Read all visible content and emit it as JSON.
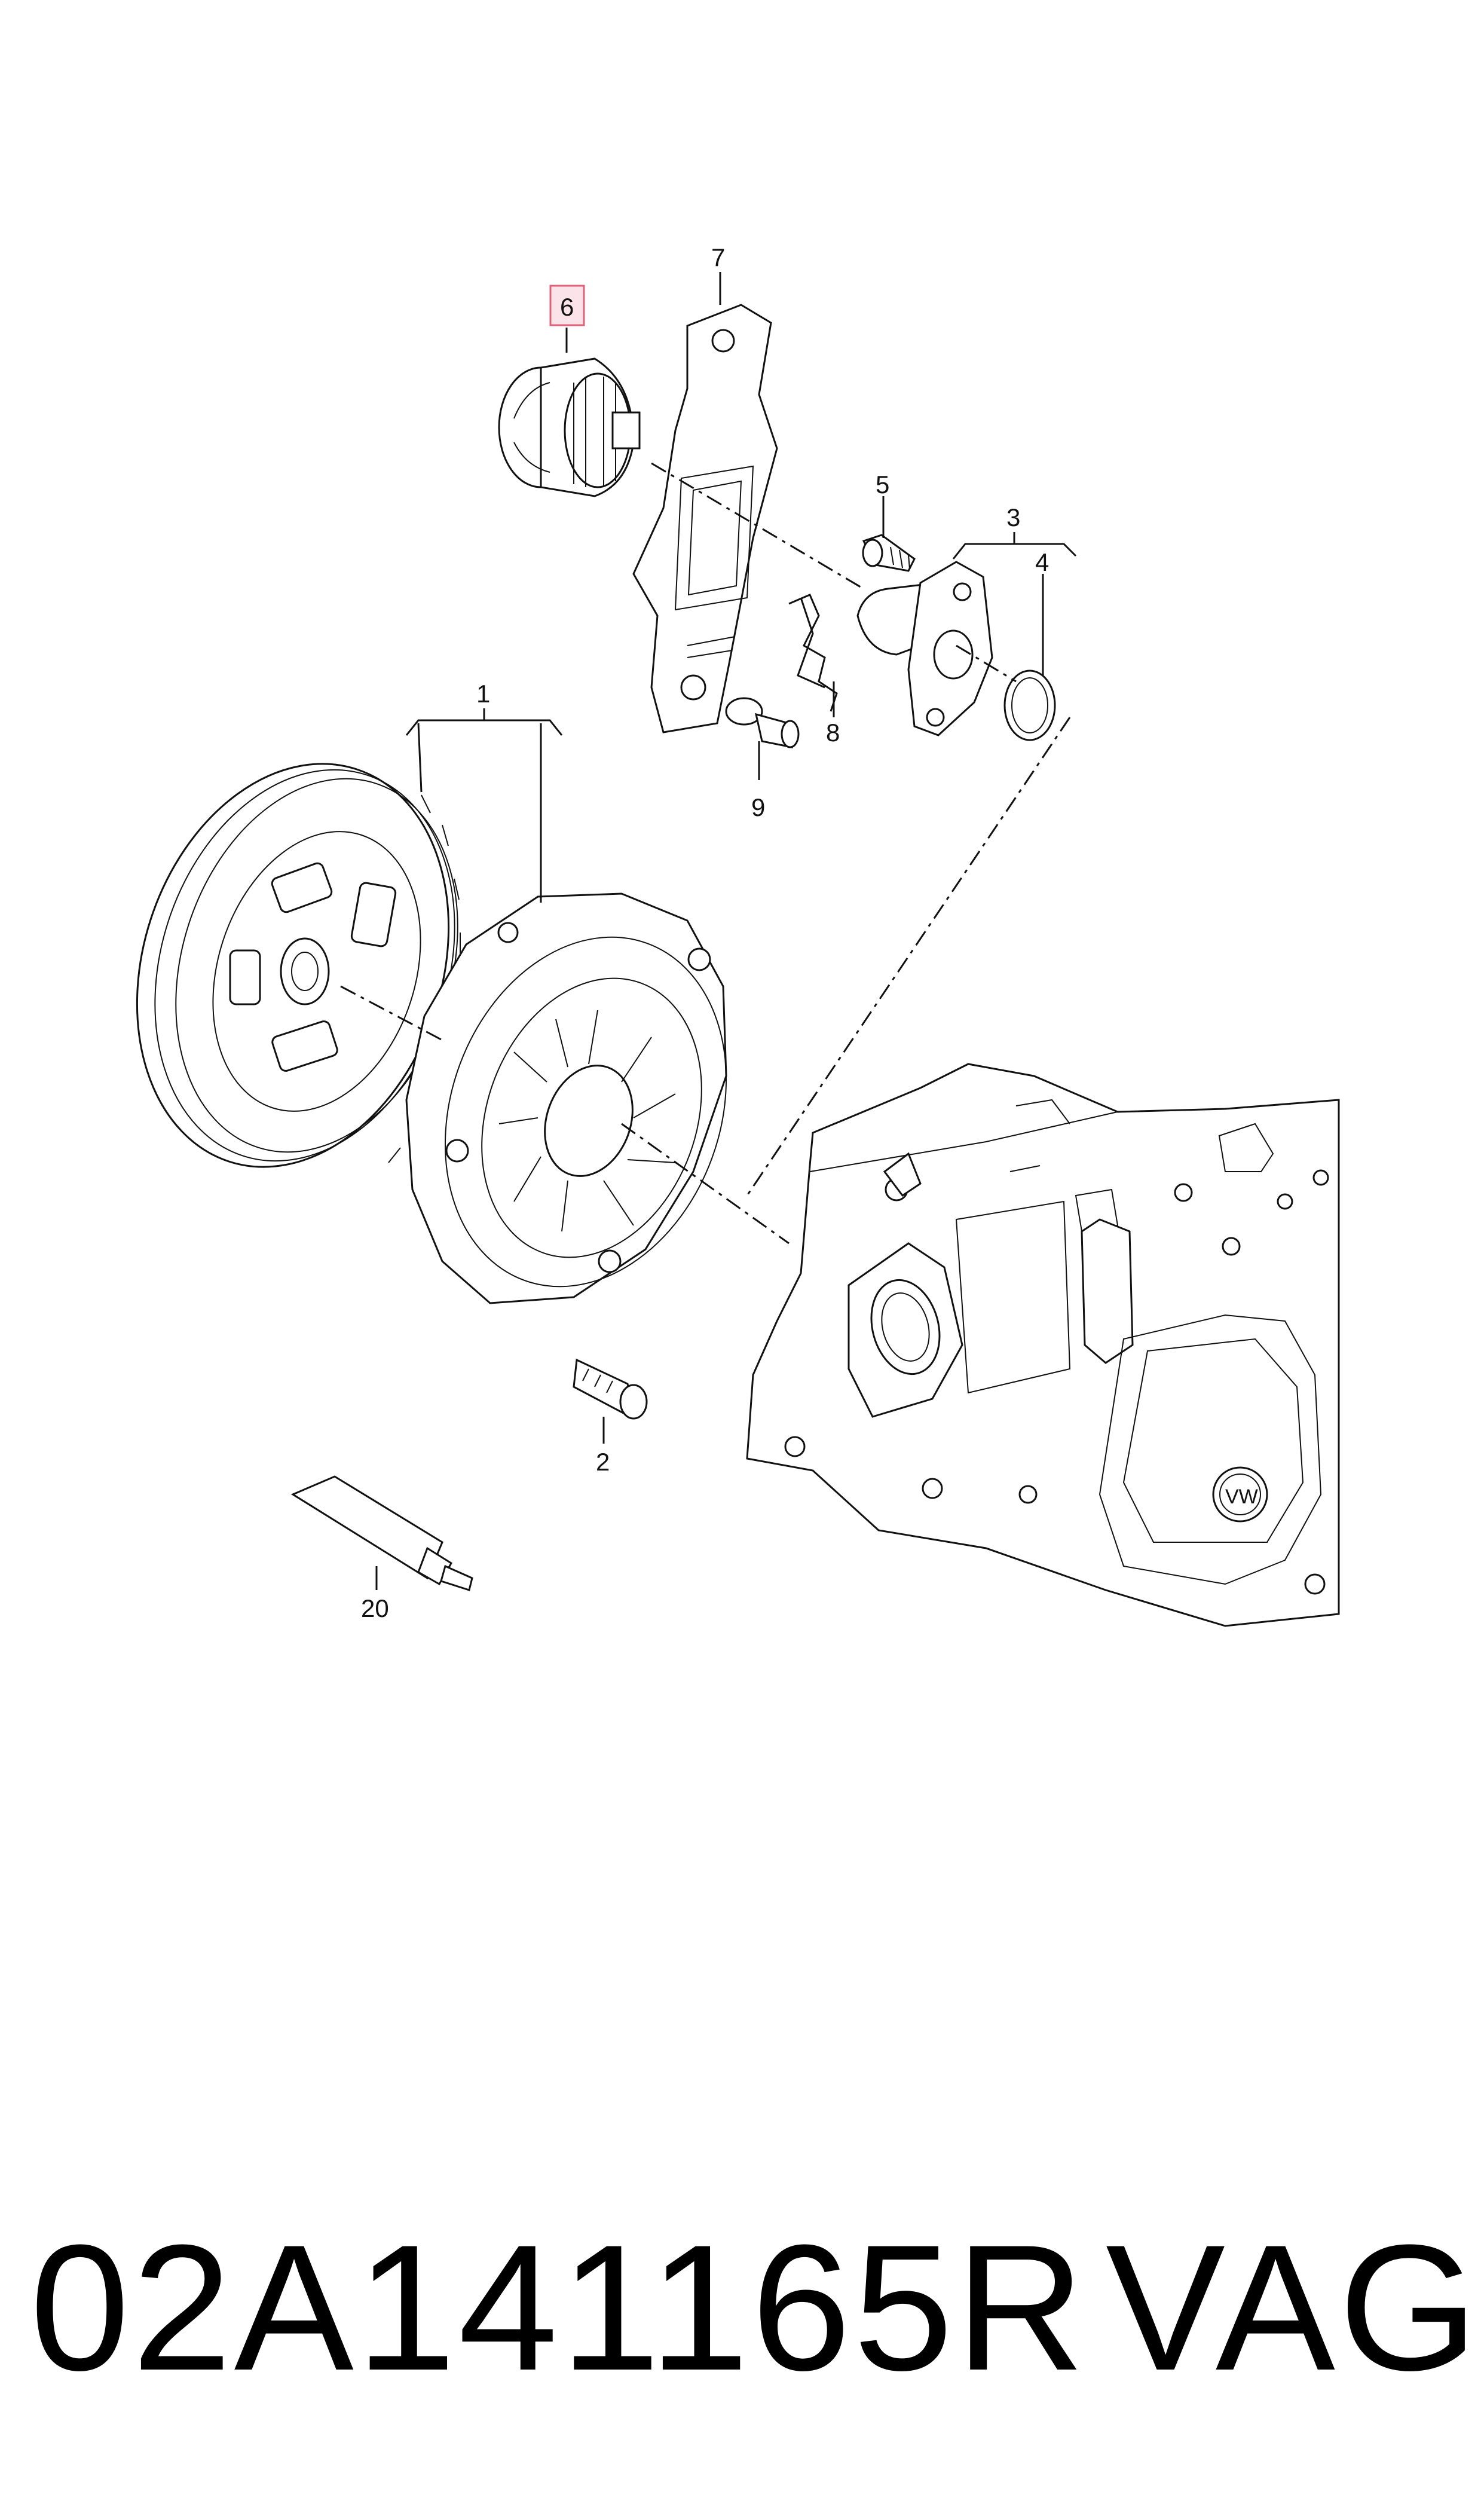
{
  "diagram": {
    "callouts": [
      {
        "id": "1",
        "text": "1"
      },
      {
        "id": "2",
        "text": "2"
      },
      {
        "id": "3",
        "text": "3"
      },
      {
        "id": "4",
        "text": "4"
      },
      {
        "id": "5",
        "text": "5"
      },
      {
        "id": "6",
        "text": "6",
        "highlighted": true
      },
      {
        "id": "7",
        "text": "7"
      },
      {
        "id": "8",
        "text": "8"
      },
      {
        "id": "9",
        "text": "9"
      },
      {
        "id": "20",
        "text": "20"
      }
    ],
    "highlight_color": "#e0607a"
  },
  "footer": {
    "part_number": "02A141165R",
    "brand": "VAG"
  }
}
